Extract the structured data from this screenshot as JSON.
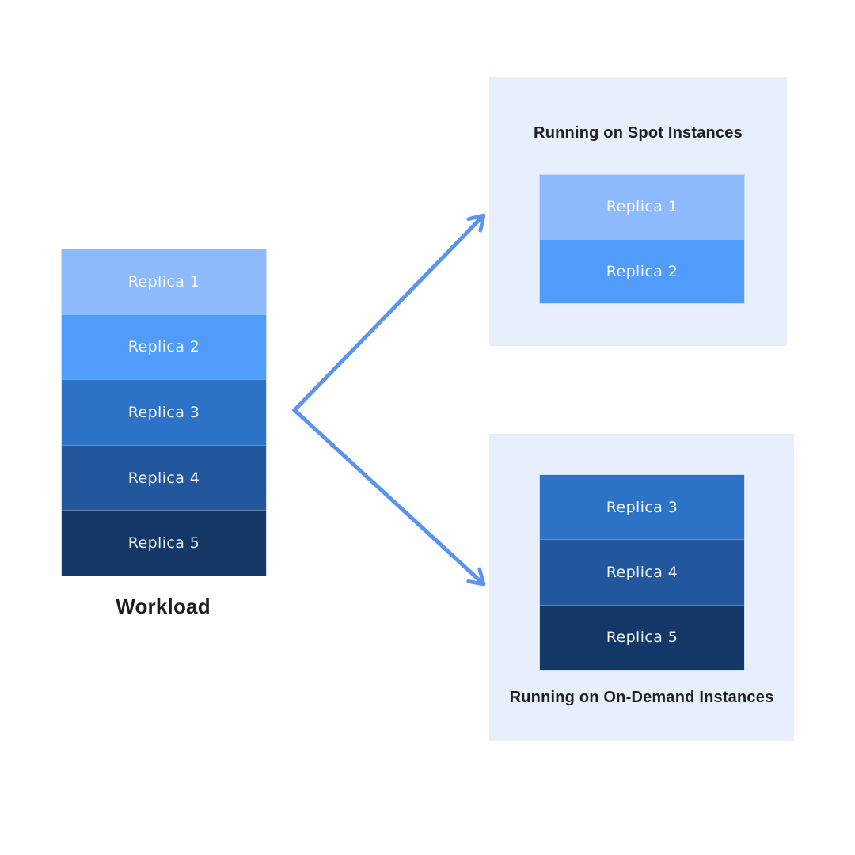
{
  "workload": {
    "label": "Workload",
    "replicas": [
      {
        "label": "Replica 1",
        "color": "#8CBAFC"
      },
      {
        "label": "Replica 2",
        "color": "#519BFA"
      },
      {
        "label": "Replica 3",
        "color": "#2C72C7"
      },
      {
        "label": "Replica 4",
        "color": "#22579E"
      },
      {
        "label": "Replica 5",
        "color": "#133767"
      }
    ]
  },
  "spot_panel": {
    "title": "Running on Spot Instances",
    "replicas": [
      {
        "label": "Replica 1",
        "color": "#8CBAFC"
      },
      {
        "label": "Replica 2",
        "color": "#519BFA"
      }
    ]
  },
  "ondemand_panel": {
    "title": "Running on On-Demand Instances",
    "replicas": [
      {
        "label": "Replica 3",
        "color": "#2C72C7"
      },
      {
        "label": "Replica 4",
        "color": "#22579E"
      },
      {
        "label": "Replica 5",
        "color": "#133767"
      }
    ]
  },
  "colors": {
    "background": "#FFFFFF",
    "panel_background": "#E6EFFB",
    "arrow": "#5B93F0",
    "title_text": "#202020",
    "replica_text": "#FFFFFF"
  }
}
